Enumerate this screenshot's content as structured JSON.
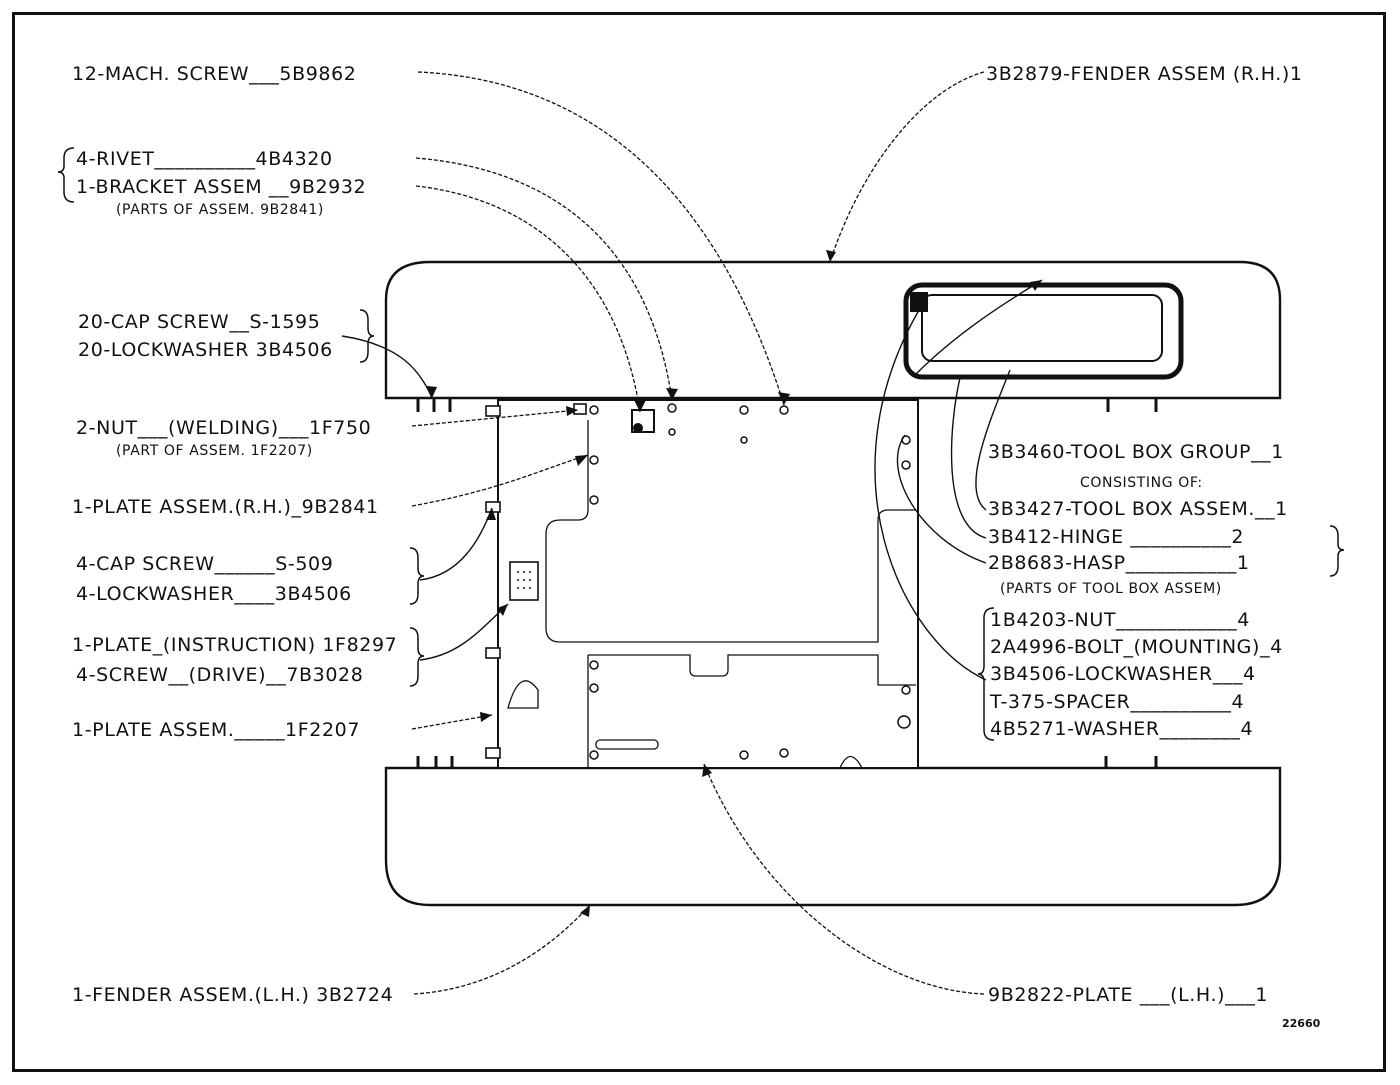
{
  "labels": {
    "mach_screw": "12-MACH. SCREW___5B9862",
    "fender_rh": "3B2879-FENDER ASSEM (R.H.)1",
    "rivet": "4-RIVET__________4B4320",
    "bracket": "1-BRACKET ASSEM __9B2932",
    "parts_of_9b2841": "(PARTS OF ASSEM. 9B2841)",
    "cap_screw_20": "20-CAP SCREW__S-1595",
    "lockwasher_20": "20-LOCKWASHER 3B4506",
    "nut_welding": "2-NUT___(WELDING)___1F750",
    "part_of_1f2207": "(PART OF ASSEM. 1F2207)",
    "plate_rh": "1-PLATE ASSEM.(R.H.)_9B2841",
    "cap_screw_4": "4-CAP SCREW______S-509",
    "lockwasher_4": "4-LOCKWASHER____3B4506",
    "plate_instruction": "1-PLATE_(INSTRUCTION) 1F8297",
    "screw_drive": "4-SCREW__(DRIVE)__7B3028",
    "plate_assem": "1-PLATE ASSEM._____1F2207",
    "fender_lh": "1-FENDER ASSEM.(L.H.) 3B2724",
    "tool_box_group": "3B3460-TOOL BOX GROUP__1",
    "consisting_of": "CONSISTING OF:",
    "tool_box_assem": "3B3427-TOOL BOX ASSEM.__1",
    "hinge": "3B412-HINGE __________2",
    "hasp": "2B8683-HASP___________1",
    "parts_of_tool_box": "(PARTS OF TOOL BOX ASSEM)",
    "nut_4": "1B4203-NUT____________4",
    "bolt_4": "2A4996-BOLT_(MOUNTING)_4",
    "lockwasher_mount": "3B4506-LOCKWASHER___4",
    "spacer": "T-375-SPACER__________4",
    "washer": "4B5271-WASHER________4",
    "plate_lh": "9B2822-PLATE ___(L.H.)___1",
    "figure_number": "22660"
  }
}
